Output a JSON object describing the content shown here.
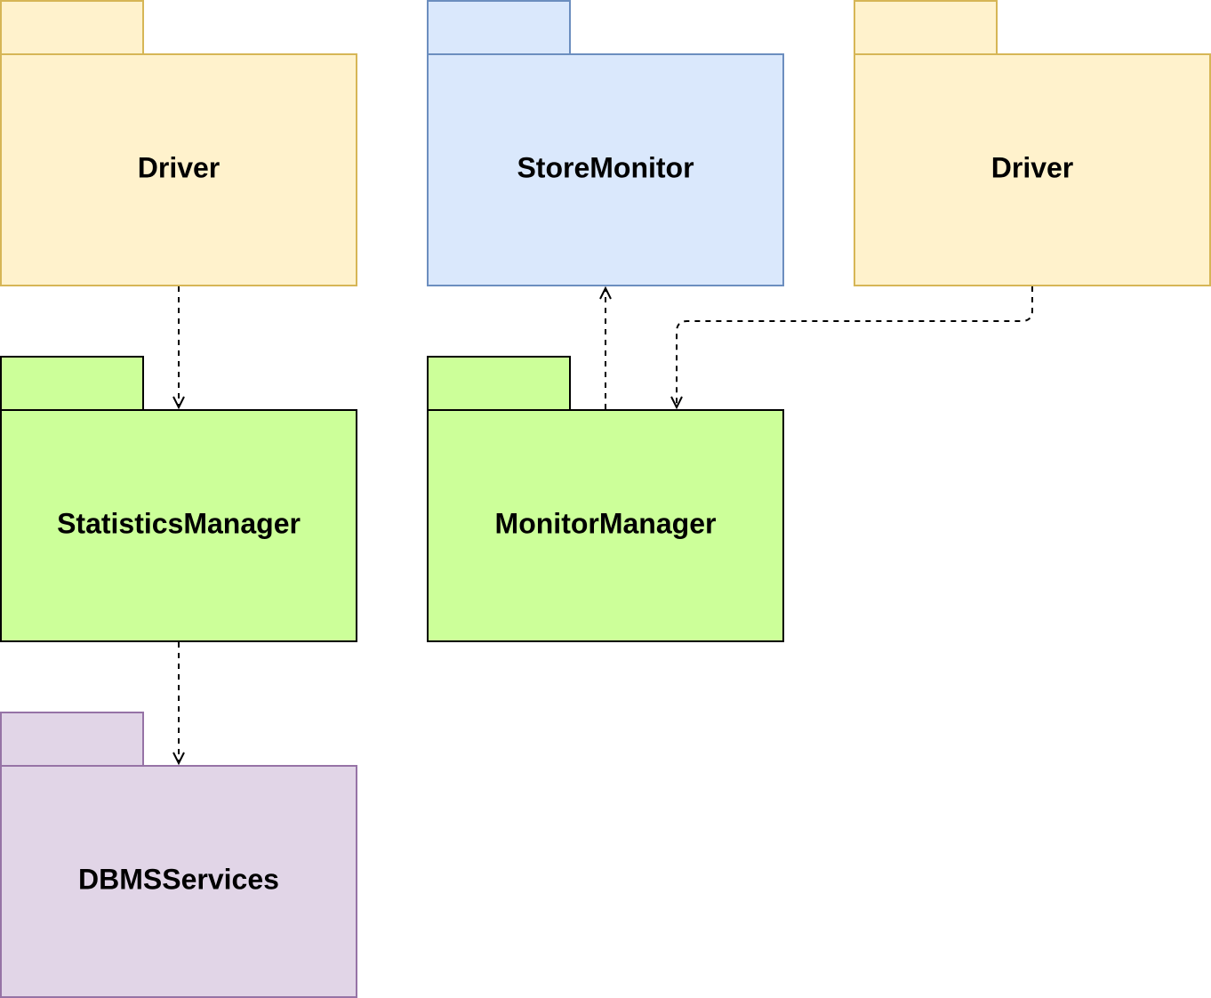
{
  "packages": [
    {
      "id": "driver_left",
      "label": "Driver",
      "fill": "#fff2cc",
      "stroke": "#d6b656"
    },
    {
      "id": "store_monitor",
      "label": "StoreMonitor",
      "fill": "#dae8fc",
      "stroke": "#6c8ebf"
    },
    {
      "id": "driver_right",
      "label": "Driver",
      "fill": "#fff2cc",
      "stroke": "#d6b656"
    },
    {
      "id": "statistics_manager",
      "label": "StatisticsManager",
      "fill": "#ccff99",
      "stroke": "#000000"
    },
    {
      "id": "monitor_manager",
      "label": "MonitorManager",
      "fill": "#ccff99",
      "stroke": "#000000"
    },
    {
      "id": "dbms_services",
      "label": "DBMSServices",
      "fill": "#e1d5e7",
      "stroke": "#9673a6"
    }
  ],
  "dependencies": [
    {
      "from": "driver_left",
      "to": "statistics_manager"
    },
    {
      "from": "statistics_manager",
      "to": "dbms_services"
    },
    {
      "from": "monitor_manager",
      "to": "store_monitor"
    },
    {
      "from": "driver_right",
      "to": "monitor_manager"
    }
  ]
}
